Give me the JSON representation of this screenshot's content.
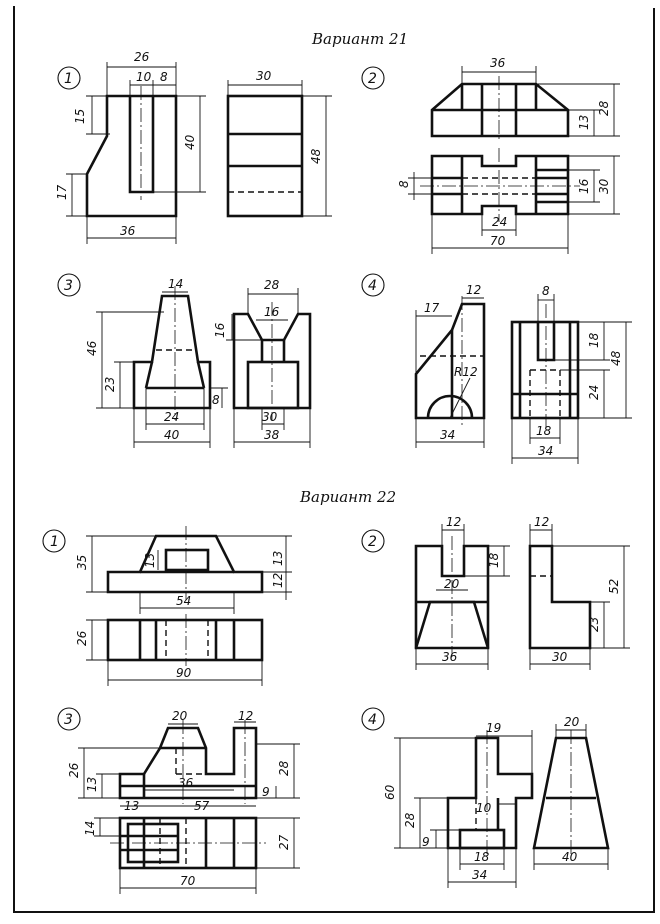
{
  "variant21": {
    "title": "Вариант 21",
    "tasks": [
      {
        "number": "1",
        "dims": [
          "26",
          "10",
          "8",
          "30",
          "15",
          "40",
          "48",
          "17",
          "36"
        ]
      },
      {
        "number": "2",
        "dims": [
          "36",
          "13",
          "28",
          "8",
          "16",
          "30",
          "24",
          "70"
        ]
      },
      {
        "number": "3",
        "dims": [
          "14",
          "28",
          "16",
          "16",
          "46",
          "23",
          "8",
          "30",
          "24",
          "38",
          "40"
        ]
      },
      {
        "number": "4",
        "dims": [
          "17",
          "12",
          "8",
          "18",
          "48",
          "R12",
          "24",
          "34",
          "18",
          "34"
        ]
      }
    ]
  },
  "variant22": {
    "title": "Вариант 22",
    "tasks": [
      {
        "number": "1",
        "dims": [
          "35",
          "13",
          "13",
          "12",
          "54",
          "26",
          "90"
        ]
      },
      {
        "number": "2",
        "dims": [
          "12",
          "12",
          "18",
          "52",
          "20",
          "23",
          "36",
          "30"
        ]
      },
      {
        "number": "3",
        "dims": [
          "20",
          "12",
          "26",
          "13",
          "36",
          "28",
          "9",
          "13",
          "57",
          "14",
          "27",
          "70"
        ]
      },
      {
        "number": "4",
        "dims": [
          "19",
          "20",
          "60",
          "10",
          "28",
          "9",
          "18",
          "34",
          "40"
        ]
      }
    ]
  }
}
